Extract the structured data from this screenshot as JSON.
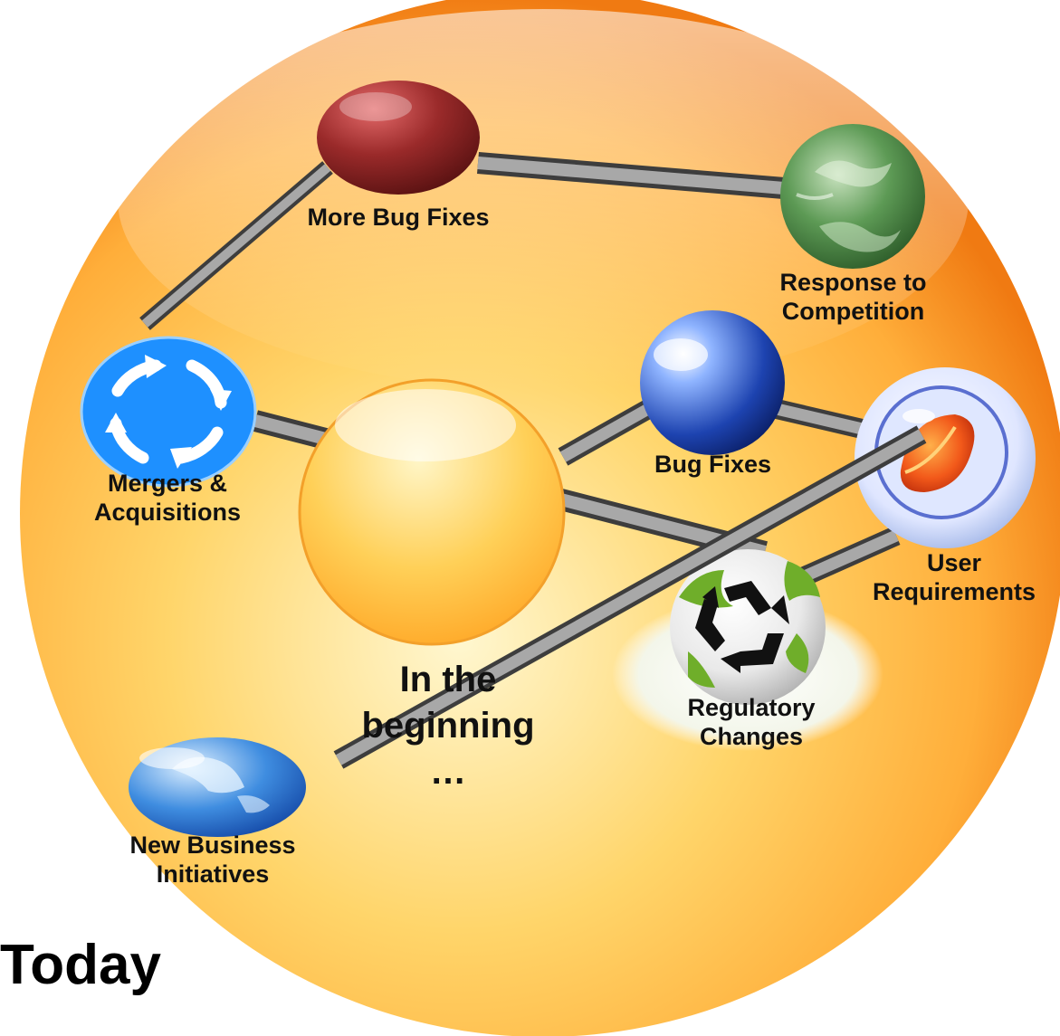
{
  "diagram": {
    "nodes": {
      "more_bug_fixes": {
        "label": "More Bug Fixes"
      },
      "response_to_competition": {
        "label": "Response to\nCompetition"
      },
      "mergers_acquisitions": {
        "label": "Mergers &\nAcquisitions"
      },
      "bug_fixes": {
        "label": "Bug Fixes"
      },
      "user_requirements": {
        "label": "User\nRequirements"
      },
      "regulatory_changes": {
        "label": "Regulatory\nChanges"
      },
      "new_business_initiatives": {
        "label": "New Business\nInitiatives"
      }
    },
    "center_text": "In the\nbeginning\n…",
    "corner_text": "Today"
  },
  "colors": {
    "orb_light": "#fff3c4",
    "orb_mid": "#ffb33a",
    "orb_edge": "#f47d12",
    "rod": "#9a9a9a",
    "sphere_red": "#8e2626",
    "sphere_blue": "#1b3fa8",
    "sphere_green": "#3f7a3a",
    "cycle_blue": "#1e90ff",
    "recycle_green": "#6fae2a"
  }
}
